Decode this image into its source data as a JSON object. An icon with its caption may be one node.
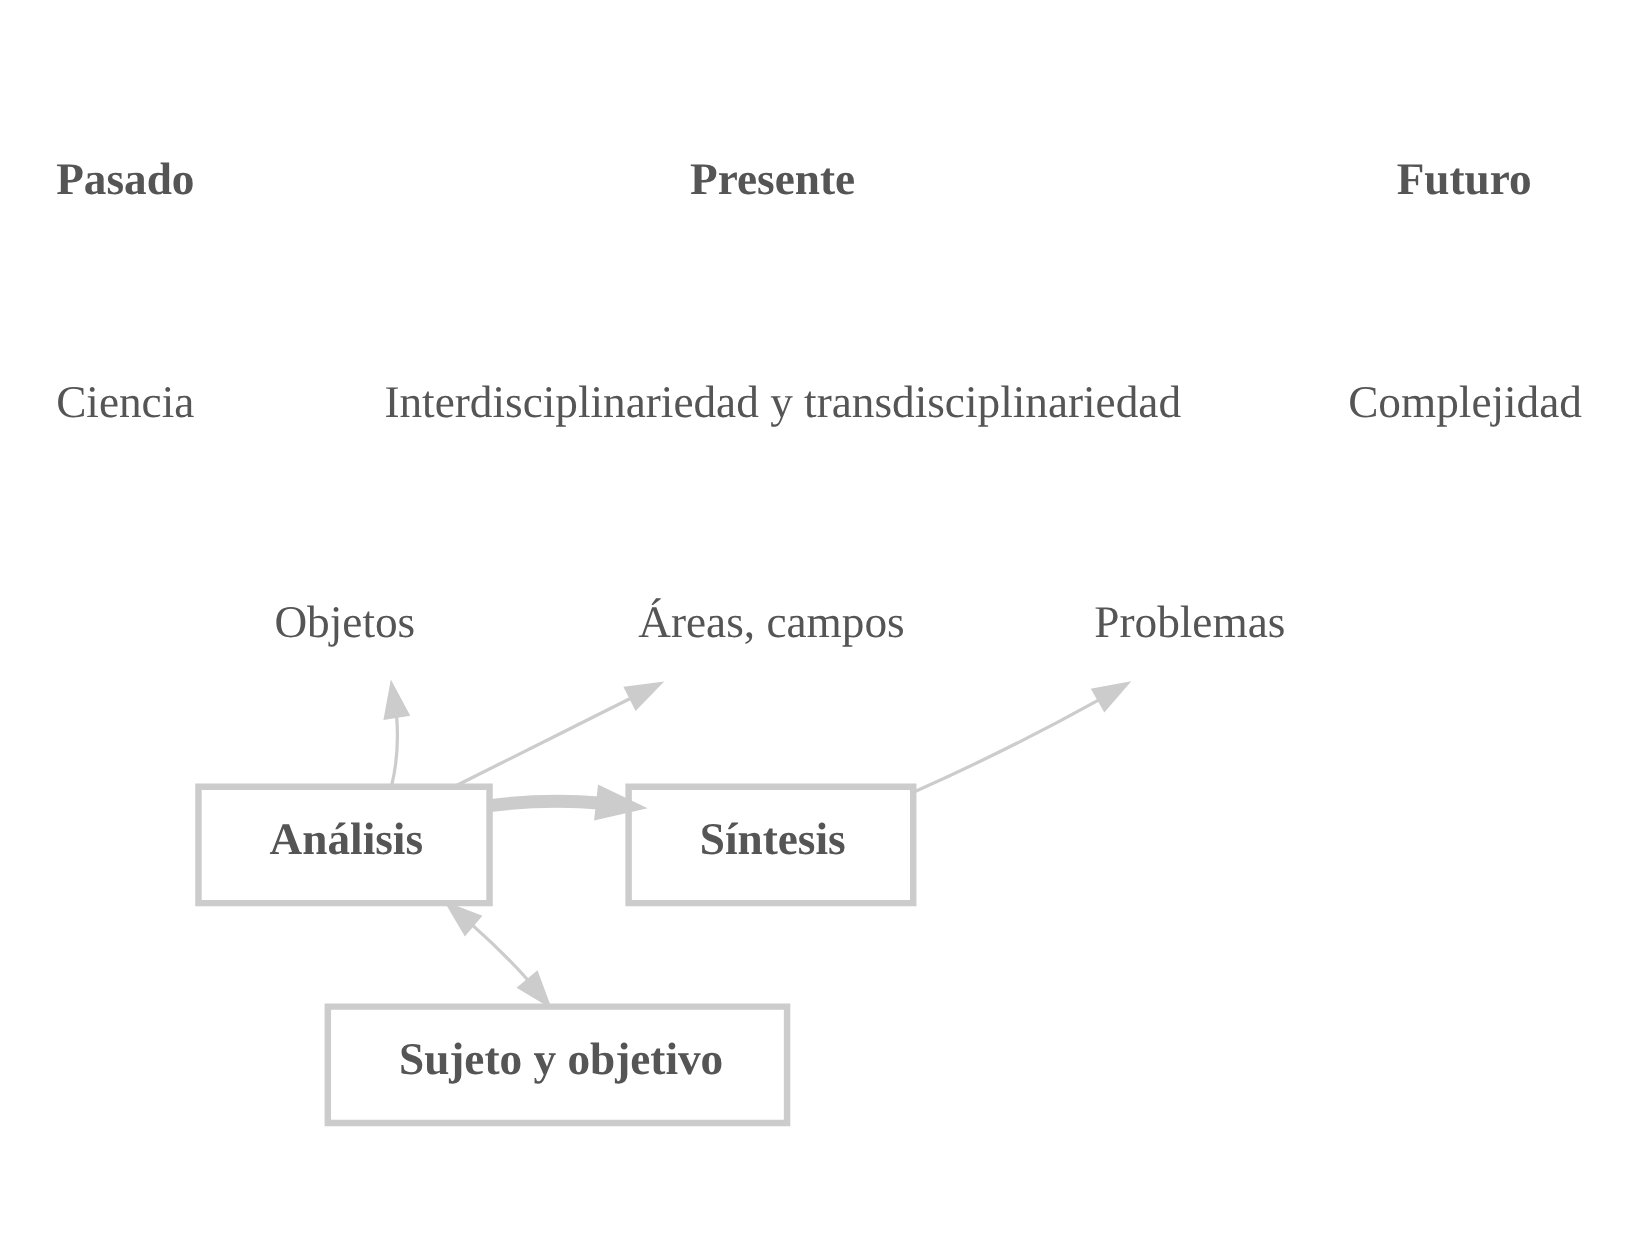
{
  "diagram": {
    "nodes": [
      {
        "text": [
          "Objetos"
        ]
      },
      {
        "text": [
          "Áreas, campos"
        ]
      },
      {
        "text": [
          "Problemas"
        ]
      },
      {
        "text": [
          "Análisis"
        ]
      },
      {
        "text": [
          "Síntesis"
        ]
      },
      {
        "text": [
          "Sujeto y objetivo"
        ]
      }
    ],
    "edges": [
      {
        "from": 3,
        "to": 0,
        "arrow": "to"
      },
      {
        "from": 3,
        "to": 1,
        "arrow": "to"
      },
      {
        "from": 3,
        "to": 4,
        "arrow": "to",
        "style": "thick"
      },
      {
        "from": 4,
        "to": 2,
        "arrow": "to"
      },
      {
        "from": 3,
        "to": 5,
        "arrow": "both"
      }
    ],
    "labels": [
      "Pasado",
      "Presente",
      "Futuro",
      "Ciencia",
      "Interdisciplinariedad y transdisciplinariedad",
      "Complejidad"
    ]
  }
}
